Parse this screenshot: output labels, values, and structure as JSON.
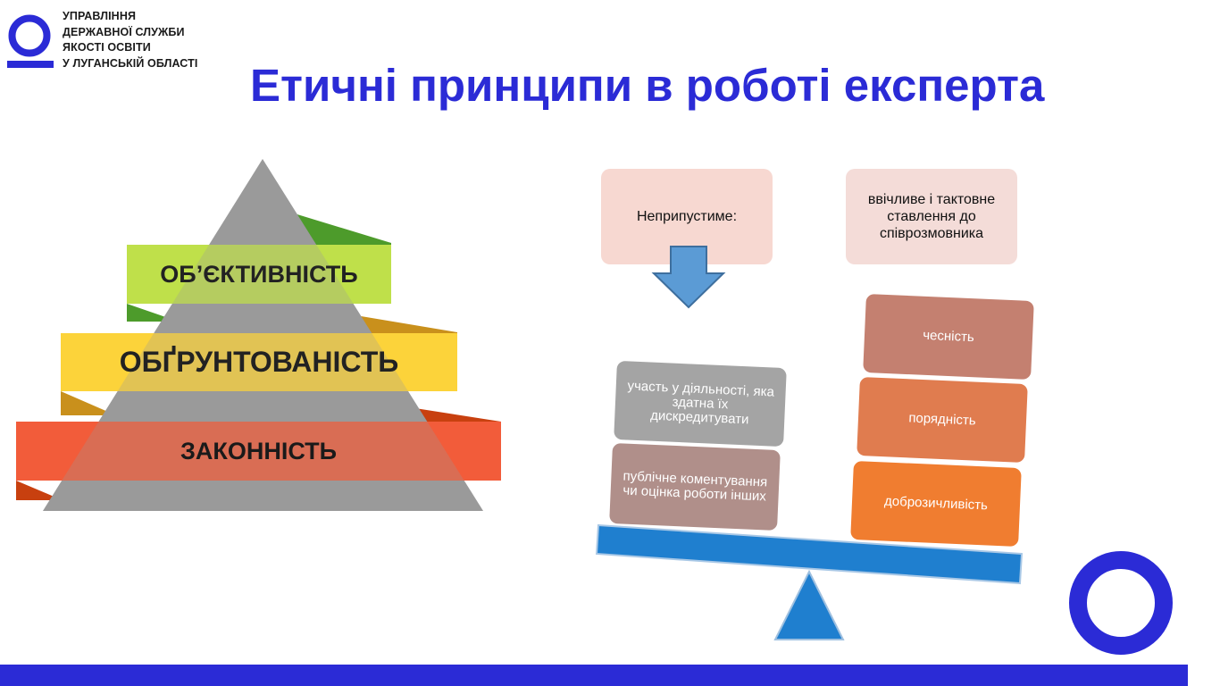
{
  "logo": {
    "lines": [
      "УПРАВЛІННЯ",
      "ДЕРЖАВНОЇ СЛУЖБИ",
      "ЯКОСТІ ОСВІТИ",
      "У ЛУГАНСЬКІЙ ОБЛАСТІ"
    ],
    "brand_color": "#2b2bd6"
  },
  "title": "Етичні принципи в роботі експерта",
  "pyramid": {
    "levels": [
      {
        "label": "ОБ’ЄКТИВНІСТЬ",
        "color": "#bfe04a"
      },
      {
        "label": "ОБҐРУНТОВАНІСТЬ",
        "color": "#fcd33a"
      },
      {
        "label": "ЗАКОННІСТЬ",
        "color": "#f25c3a"
      }
    ]
  },
  "balance": {
    "unacceptable_label": "Неприпустиме:",
    "polite_label": "ввічливе і тактовне ставлення до співрозмовника",
    "left_items": [
      "участь у діяльності, яка здатна їх дискредитувати",
      "публічне коментування чи оцінка роботи інших"
    ],
    "right_items": [
      "чесність",
      "порядність",
      "доброзичливість"
    ]
  }
}
